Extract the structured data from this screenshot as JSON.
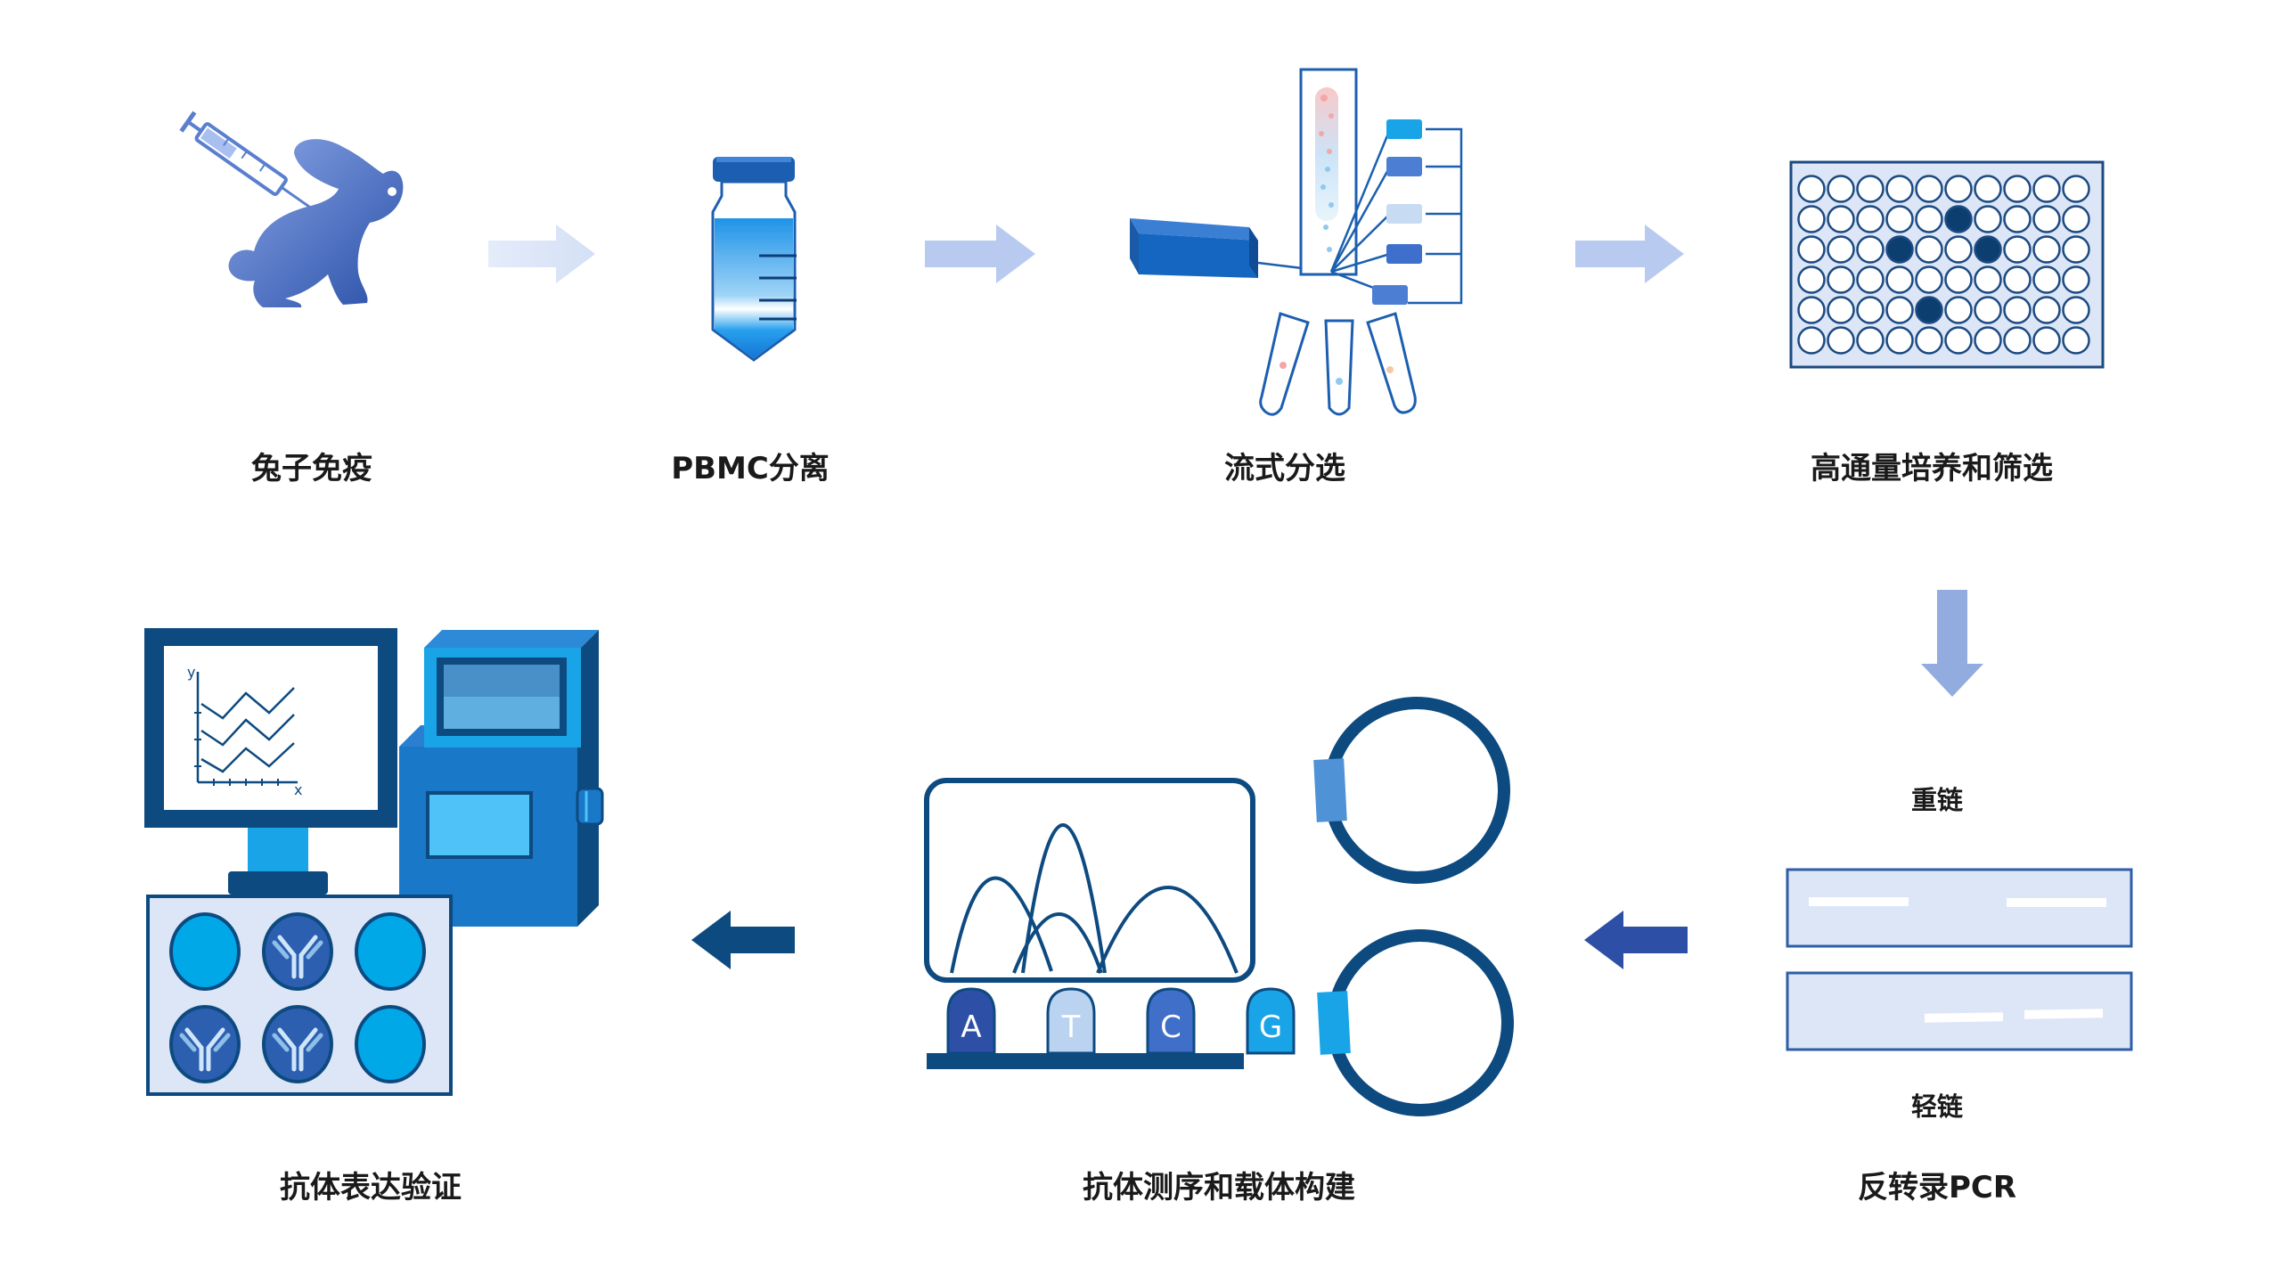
{
  "steps": [
    {
      "id": "rabbit",
      "label": "兔子免疫"
    },
    {
      "id": "pbmc",
      "label": "PBMC分离"
    },
    {
      "id": "flow",
      "label": "流式分选"
    },
    {
      "id": "culture",
      "label": "高通量培养和筛选"
    },
    {
      "id": "rtpcr",
      "label": "反转录PCR"
    },
    {
      "id": "sequencing",
      "label": "抗体测序和载体构建"
    },
    {
      "id": "expression",
      "label": "抗体表达验证"
    }
  ],
  "pcr": {
    "heavy_chain": "重链",
    "light_chain": "轻链"
  },
  "sequencing": {
    "bases": [
      "A",
      "T",
      "C",
      "G"
    ]
  },
  "graph": {
    "y_axis": "y",
    "x_axis": "x"
  },
  "colors": {
    "dark_blue": "#0d4a80",
    "mid_blue": "#2d5fb0",
    "light_blue": "#4fc3f7",
    "pale_blue": "#dce6f7",
    "cyan": "#00a8e8"
  },
  "icons": [
    "syringe-icon",
    "rabbit-icon",
    "tube-icon",
    "flow-cytometer-icon",
    "well-plate-icon",
    "gel-icon",
    "chromatogram-icon",
    "plasmid-icon",
    "monitor-icon",
    "bioreactor-icon",
    "antibody-icon"
  ]
}
